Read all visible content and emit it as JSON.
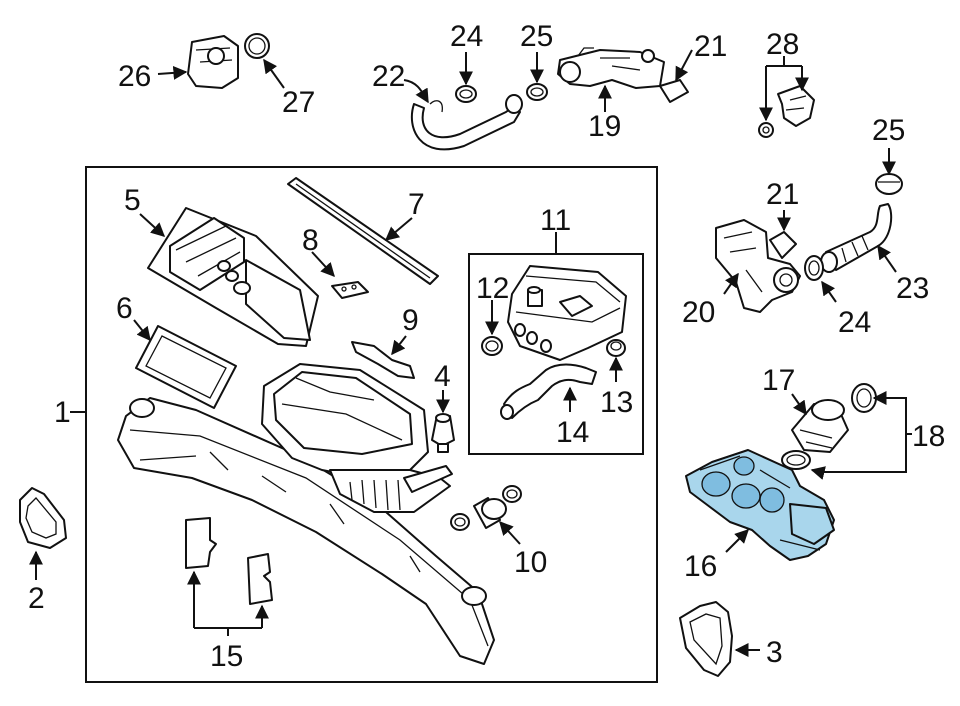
{
  "diagram": {
    "labels": {
      "l1": "1",
      "l2": "2",
      "l3": "3",
      "l4": "4",
      "l5": "5",
      "l6": "6",
      "l7": "7",
      "l8": "8",
      "l9": "9",
      "l10": "10",
      "l11": "11",
      "l12": "12",
      "l13": "13",
      "l14": "14",
      "l15": "15",
      "l16": "16",
      "l17": "17",
      "l18": "18",
      "l19": "19",
      "l20": "20",
      "l21a": "21",
      "l21b": "21",
      "l22": "22",
      "l23": "23",
      "l24a": "24",
      "l24b": "24",
      "l25a": "25",
      "l25b": "25",
      "l26": "26",
      "l27": "27",
      "l28": "28"
    },
    "colors": {
      "highlight": "#a9d6ec",
      "highlight_dark": "#7fbde0",
      "line": "#111111",
      "background": "#ffffff"
    }
  }
}
